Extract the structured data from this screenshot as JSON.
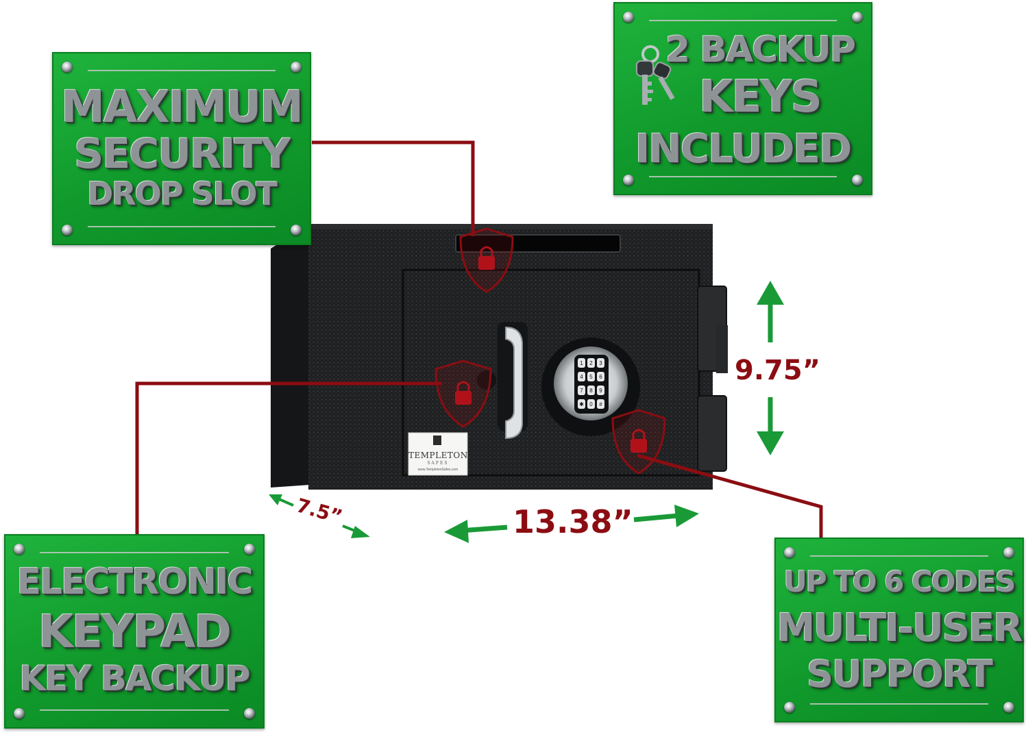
{
  "plaques": {
    "drop_slot": {
      "line1": "MAXIMUM",
      "line2": "SECURITY",
      "line3": "DROP SLOT"
    },
    "backup_keys": {
      "line1": "2 BACKUP",
      "line2": "KEYS",
      "line3": "INCLUDED"
    },
    "keypad": {
      "line1": "ELECTRONIC",
      "line2": "KEYPAD",
      "line3": "KEY BACKUP"
    },
    "multi_user": {
      "line1": "UP TO 6 CODES",
      "line2": "MULTI-USER",
      "line3": "SUPPORT"
    }
  },
  "dimensions": {
    "height": "9.75”",
    "width": "13.38”",
    "depth": "7.5”"
  },
  "brand": {
    "name": "TEMPLETON",
    "sub": "SAFES",
    "url": "www.TempletonSafes.com"
  },
  "keypad_keys": [
    "1",
    "2",
    "3",
    "4",
    "5",
    "6",
    "7",
    "8",
    "9",
    "✱",
    "0",
    "#"
  ],
  "colors": {
    "plaque_green": "#14a531",
    "callout_red": "#8b0d12",
    "arrow_green": "#1a9a37",
    "safe_body": "#1e1f21"
  }
}
